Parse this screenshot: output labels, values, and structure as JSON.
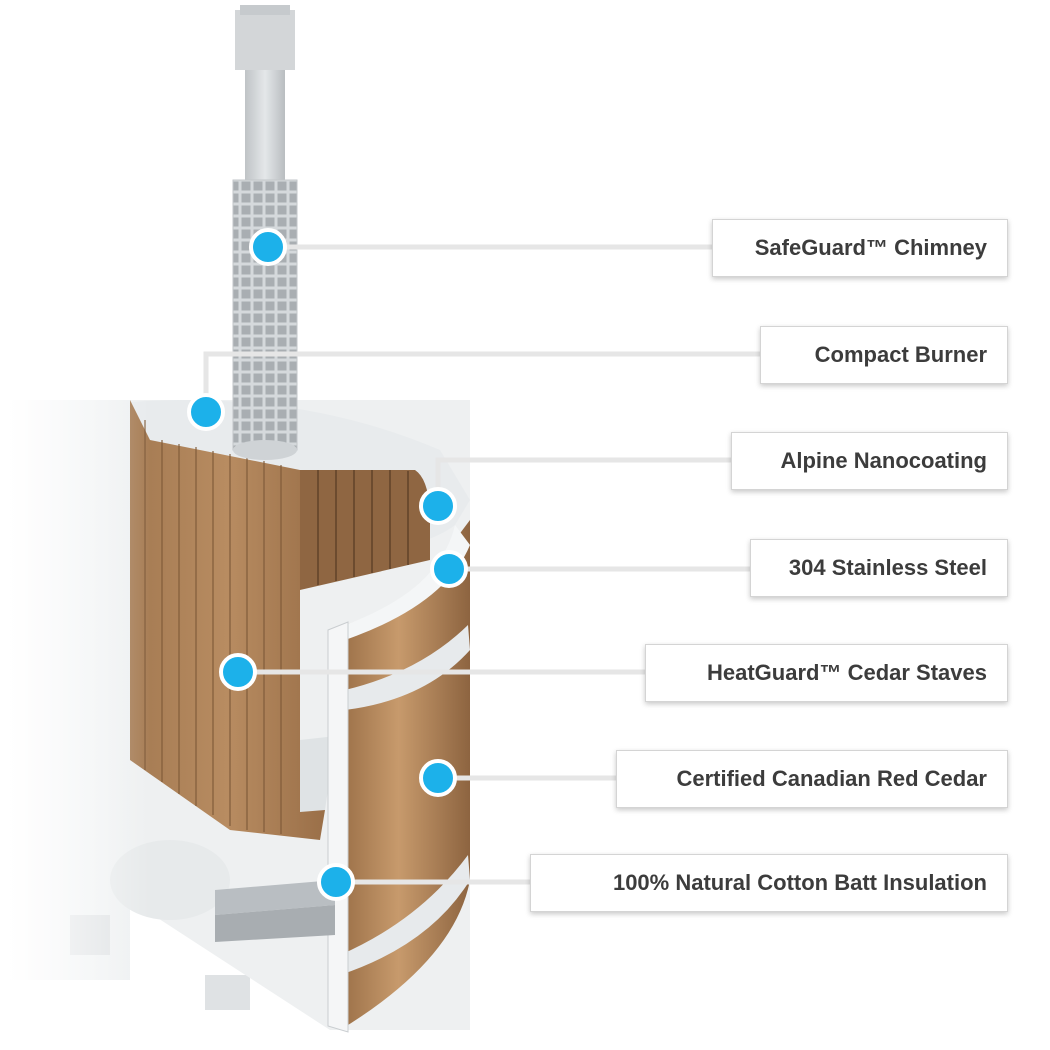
{
  "diagram": {
    "callouts": [
      {
        "id": "chimney",
        "label": "SafeGuard™ Chimney"
      },
      {
        "id": "burner",
        "label": "Compact Burner"
      },
      {
        "id": "nanocoating",
        "label": "Alpine Nanocoating"
      },
      {
        "id": "steel",
        "label": "304 Stainless Steel"
      },
      {
        "id": "staves",
        "label": "HeatGuard™ Cedar Staves"
      },
      {
        "id": "cedar",
        "label": "Certified Canadian Red Cedar"
      },
      {
        "id": "insulation",
        "label": "100% Natural Cotton Batt Insulation"
      }
    ],
    "colors": {
      "dot": "#1cb1ea",
      "cedar": "#b88a5e",
      "cedar_dark": "#9c714a",
      "steel": "#e9ecee",
      "leader": "#e6e6e6",
      "label_text": "#3c3c3c"
    },
    "icons": [
      "hot-tub-cutaway-illustration"
    ]
  }
}
